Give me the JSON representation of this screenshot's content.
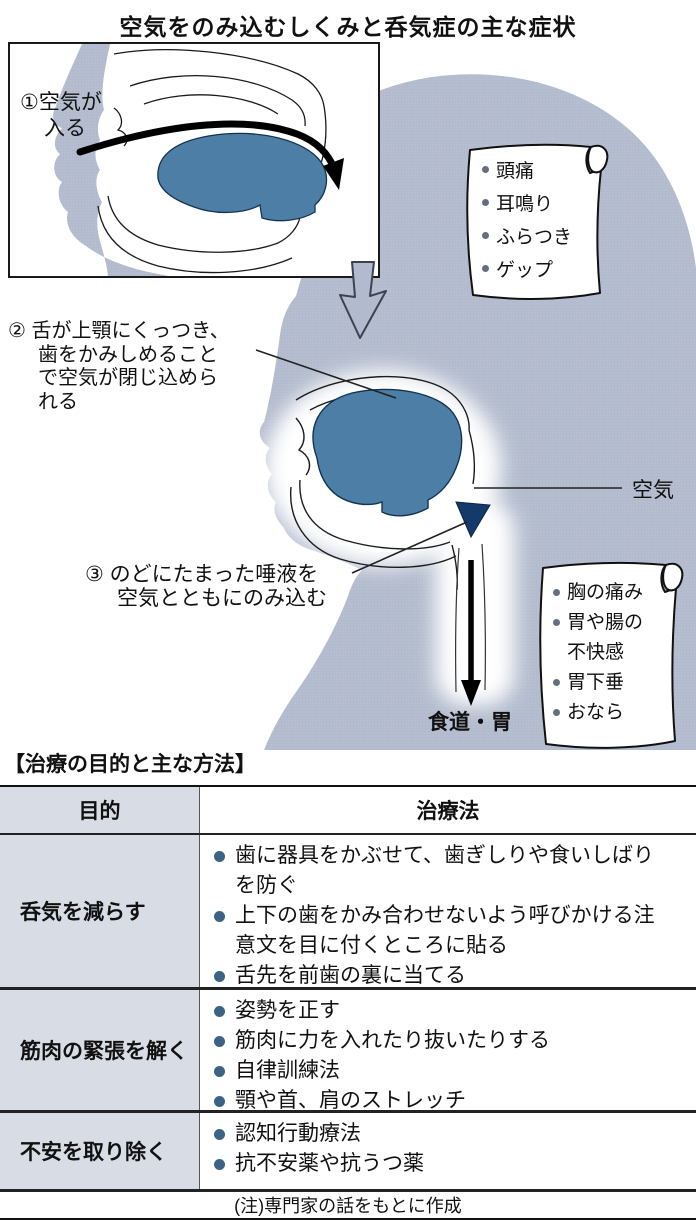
{
  "title": "空気をのみ込むしくみと呑気症の主な症状",
  "illustration": {
    "step1": {
      "num": "①",
      "lines": [
        "①空気が",
        "入る"
      ]
    },
    "step2": {
      "num": "②",
      "lines": [
        "② 舌が上顎にくっつき、",
        "歯をかみしめること",
        "で空気が閉じ込めら",
        "れる"
      ]
    },
    "step3": {
      "num": "③",
      "lines": [
        "③ のどにたまった唾液を",
        "空気とともにのみ込む"
      ]
    },
    "air_label": "空気",
    "destination_label": "食道・胃",
    "symptoms_upper": {
      "items": [
        "頭痛",
        "耳鳴り",
        "ふらつき",
        "ゲップ"
      ]
    },
    "symptoms_lower": {
      "items": [
        "胸の痛み",
        "胃や腸の不快感",
        "胃下垂",
        "おなら"
      ]
    }
  },
  "treatment": {
    "heading": "【治療の目的と主な方法】",
    "columns": {
      "purpose": "目的",
      "method": "治療法"
    },
    "rows": [
      {
        "purpose": "呑気を減らす",
        "methods": [
          "歯に器具をかぶせて、歯ぎしりや食いしばりを防ぐ",
          "上下の歯をかみ合わせないよう呼びかける注意文を目に付くところに貼る",
          "舌先を前歯の裏に当てる"
        ]
      },
      {
        "purpose": "筋肉の緊張を解く",
        "methods": [
          "姿勢を正す",
          "筋肉に力を入れたり抜いたりする",
          "自律訓練法",
          "顎や首、肩のストレッチ"
        ]
      },
      {
        "purpose": "不安を取り除く",
        "methods": [
          "認知行動療法",
          "抗不安薬や抗うつ薬"
        ]
      }
    ],
    "note": "(注)専門家の話をもとに作成"
  },
  "colors": {
    "silhouette": "#b2bbcd",
    "tongue": "#4d7fa6",
    "trapped_air": "#143a6b",
    "purpose_cell_bg": "#d8dce4",
    "bullet": "#3d6384"
  }
}
